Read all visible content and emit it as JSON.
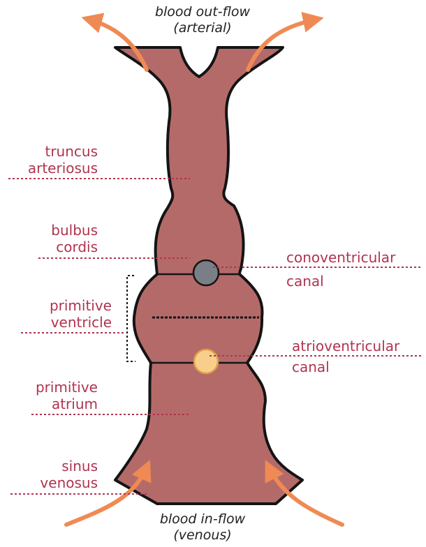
{
  "diagram": {
    "colors": {
      "tube_fill": "#b56a6a",
      "tube_outline": "#141414",
      "label": "#b0344f",
      "arrow": "#ef8a55",
      "conoventricular_dot": "#7a7e87",
      "atrioventricular_dot": "#f8cf8a"
    },
    "top_caption": {
      "line1": "blood out-flow",
      "line2": "(arterial)"
    },
    "bottom_caption": {
      "line1": "blood in-flow",
      "line2": "(venous)"
    },
    "labels": {
      "truncus": {
        "line1": "truncus",
        "line2": "arteriosus"
      },
      "bulbus": {
        "line1": "bulbus",
        "line2": "cordis"
      },
      "ventricle": {
        "line1": "primitive",
        "line2": "ventricle"
      },
      "atrium": {
        "line1": "primitive",
        "line2": "atrium"
      },
      "sinus": {
        "line1": "sinus",
        "line2": "venosus"
      },
      "conoventricular": {
        "line1": "conoventricular",
        "line2": "canal"
      },
      "atrioventricular": {
        "line1": "atrioventricular",
        "line2": "canal"
      }
    },
    "icons": {
      "flow_arrow": "curved-arrow-icon"
    }
  }
}
